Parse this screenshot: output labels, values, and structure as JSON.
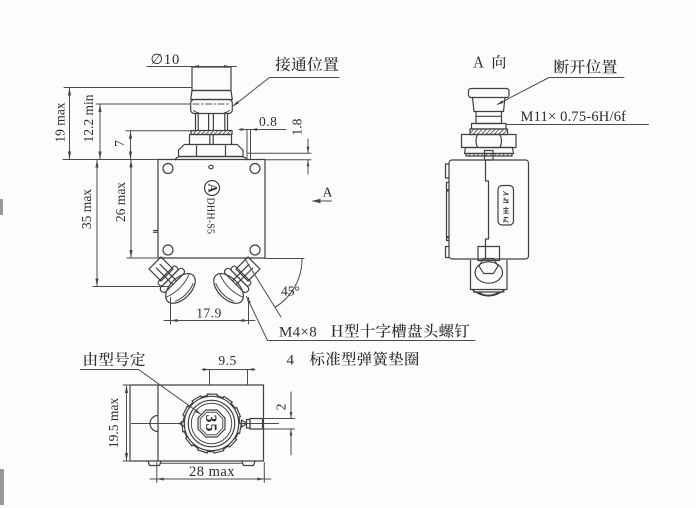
{
  "page": {
    "background": "#fcfcfb",
    "line_color": "#46474c",
    "text_color": "#303136"
  },
  "front_view": {
    "labels": {
      "on_position": "接通位置",
      "view_direction": "A"
    },
    "markings": {
      "logo": "A",
      "model": "DHH-S5"
    },
    "dims": {
      "d10": "∅10",
      "h19": "19 max",
      "h122": "12.2 min",
      "h7": "7",
      "h35": "35 max",
      "h26": "26 max",
      "w08": "0.8",
      "w18": "1.8",
      "spread": "17.9",
      "angle": "45°"
    }
  },
  "side_view": {
    "title": "A 向",
    "labels": {
      "off_position": "断开位置"
    },
    "dims": {
      "thread": "M11× 0.75-6H/6f"
    }
  },
  "bottom_view": {
    "labels": {
      "by_model": "由型号定"
    },
    "markings": {
      "rating": "35"
    },
    "dims": {
      "w95": "9.5",
      "t2": "2",
      "h195": "19.5 max",
      "w28": "28 max"
    }
  },
  "notes": {
    "screw_spec": "M4×8",
    "screw_desc": "H型十字槽盘头螺钉",
    "washer_qty": "4",
    "washer_desc": "标准型弹簧垫圈"
  }
}
